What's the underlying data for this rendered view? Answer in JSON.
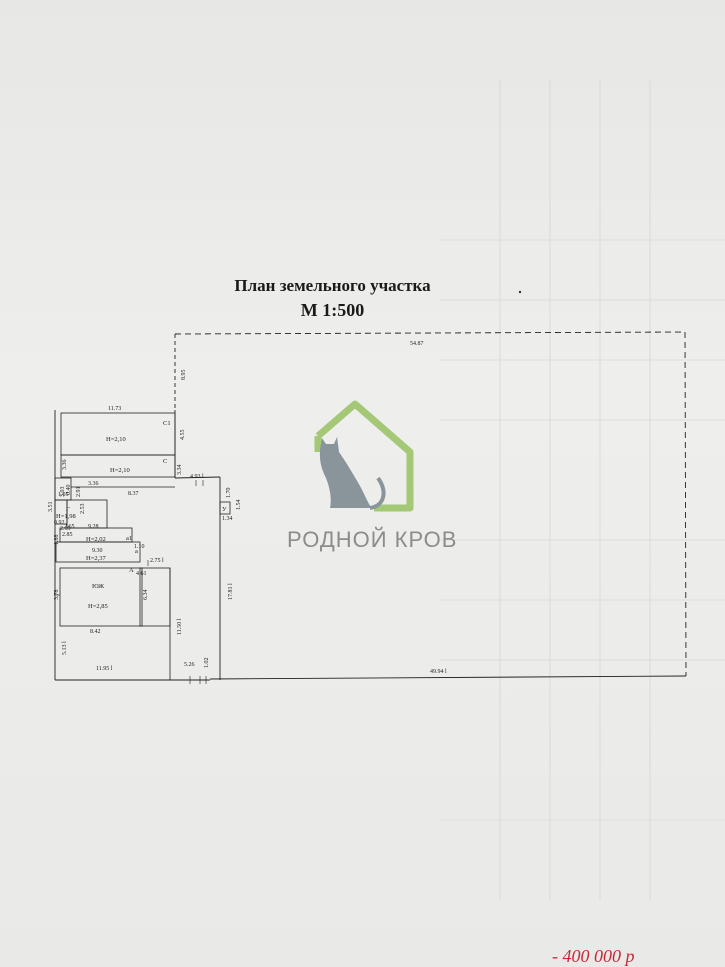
{
  "document": {
    "title_line1": "План земельного участка",
    "title_line2": "М 1:500"
  },
  "plan": {
    "outer_dims": {
      "top": "54.87",
      "bottom": "49.94 l",
      "left_upper": "8.95",
      "right_gap": "3.34",
      "inner_vertical": "17.81 l",
      "lower_vertical": "11.50 l",
      "bottom_left": "11.95 l",
      "gate": "5.26",
      "gate_side": "1.02"
    },
    "buildings": [
      {
        "id": "C1",
        "label": "Н=2,10",
        "width": "11.73",
        "height": "4.55"
      },
      {
        "id": "C",
        "label": "Н=2,10",
        "width": "3.36",
        "height": "3.36"
      },
      {
        "id": "Г",
        "label": "Н=1,98",
        "width": "2.65"
      },
      {
        "id": "a1",
        "label": "Н=2,02",
        "width": "9.28"
      },
      {
        "id": "a",
        "label": "Н=2,37",
        "width": "9.30"
      },
      {
        "id": "A",
        "label": "Н=2,85",
        "title": "ЮЖ",
        "width": "8.42",
        "height": "6.34"
      },
      {
        "id": "У",
        "label": "",
        "width": "1.70"
      }
    ],
    "misc_dims": [
      "8.37",
      "4.93 l",
      "1.54",
      "1.34",
      "1.88",
      "3.03",
      "0.40",
      "2.53",
      "2.65",
      "1.10",
      "4.61",
      "2.75 l",
      "3.51",
      "5.13 l",
      "3.78",
      "1.05",
      "2.91",
      "0.92",
      "2.85"
    ]
  },
  "watermark": {
    "text": "РОДНОЙ КРОВ",
    "colors": {
      "roof": "#9cc46a",
      "cat": "#7f8c92"
    },
    "icon": "cat-house-logo-icon"
  },
  "handwriting": "- 400 000 р"
}
